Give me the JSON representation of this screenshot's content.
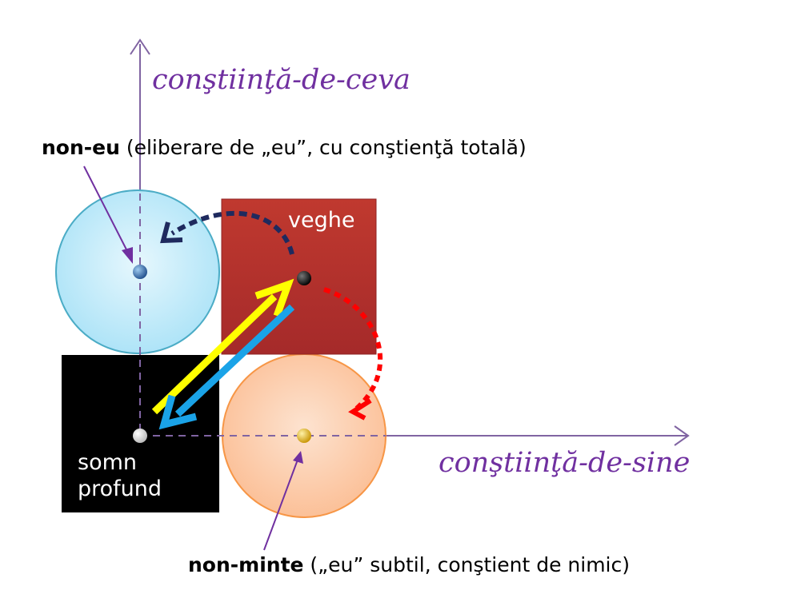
{
  "axes": {
    "vertical_label": "conştiinţă-de-ceva",
    "horizontal_label": "conştiinţă-de-sine",
    "color": "#8064a2"
  },
  "annotations": {
    "non_eu": {
      "bold": "non-eu",
      "rest": " (eliberare de „eu”, cu conştienţă totală)"
    },
    "non_minte": {
      "bold": "non-minte",
      "rest": " („eu” subtil, conştient de nimic)"
    }
  },
  "states": {
    "veghe": {
      "label": "veghe",
      "color": "#b52e2e"
    },
    "somn_profund": {
      "label_line1": "somn",
      "label_line2": "profund",
      "color": "#000000"
    },
    "non_eu_circle": {
      "color": "#bde9f8",
      "stroke": "#4bacc6"
    },
    "non_minte_circle": {
      "color": "#fcc9a3",
      "stroke": "#f79646"
    }
  },
  "arrows": {
    "yellow": "#ffff00",
    "blue": "#1aa3e8",
    "dark_dotted": "#1f2a5e",
    "red_dotted": "#ff0000",
    "pointer": "#7030a0"
  }
}
